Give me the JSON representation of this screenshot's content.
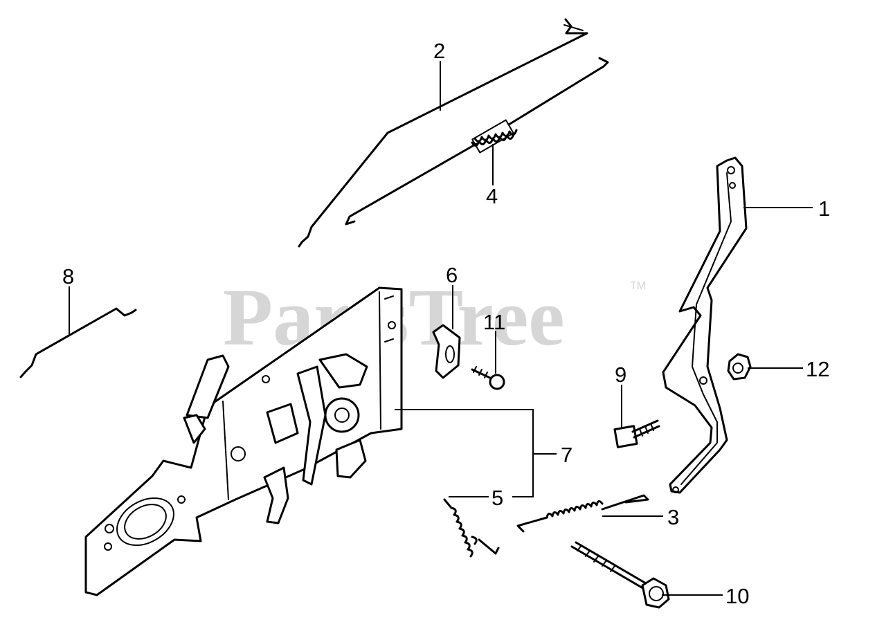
{
  "watermark": {
    "text": "PartsTree",
    "trademark": "TM"
  },
  "callouts": {
    "c1": "1",
    "c2": "2",
    "c3": "3",
    "c4": "4",
    "c5": "5",
    "c6": "6",
    "c7": "7",
    "c8": "8",
    "c9": "9",
    "c10": "10",
    "c11": "11",
    "c12": "12"
  },
  "colors": {
    "line": "#000000",
    "background": "#ffffff",
    "watermark": "#d6d6d6"
  }
}
